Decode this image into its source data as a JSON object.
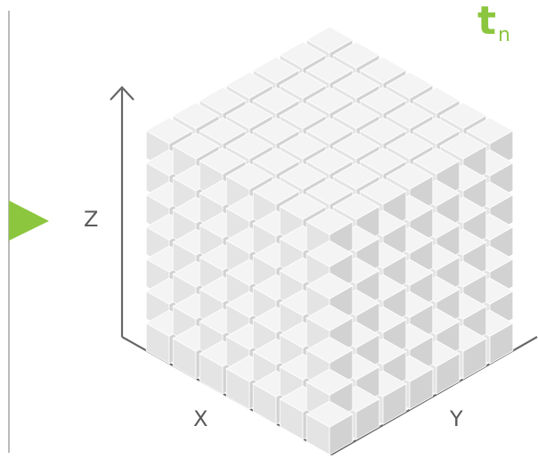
{
  "time_label": {
    "main": "t",
    "subscript": "n"
  },
  "axes": {
    "x": "X",
    "y": "Y",
    "z": "Z"
  },
  "colors": {
    "accent": "#8cc63f",
    "axis": "#666666",
    "timeline": "#bbbbbb",
    "cube_top": "#f4f4f4",
    "cube_left": "#e4e4e4",
    "cube_right": "#d2d2d2"
  },
  "voxel_grid": {
    "nx": 7,
    "ny": 7,
    "nz": 7,
    "gaps": "checkerboard"
  }
}
